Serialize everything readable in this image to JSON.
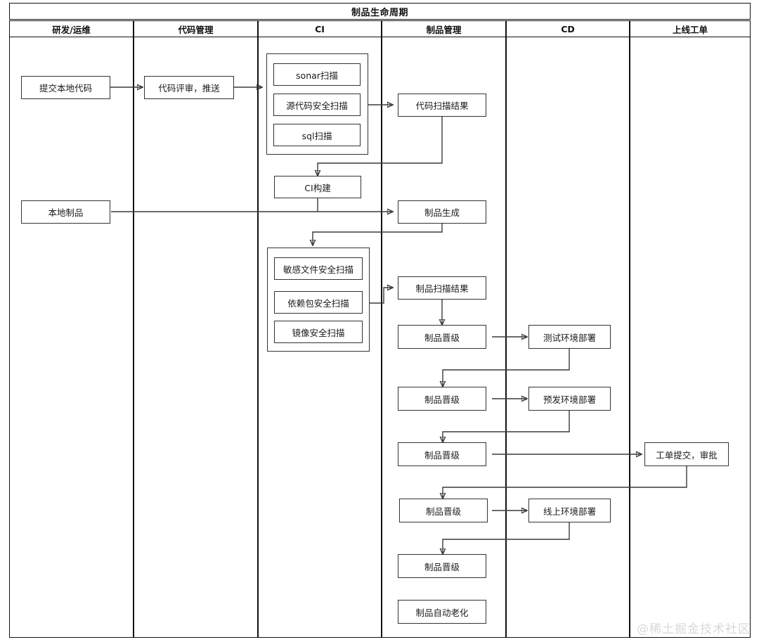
{
  "diagram": {
    "title": "制品生命周期",
    "type": "swimlane-flowchart",
    "watermark": "@稀土掘金技术社区",
    "lanes": [
      {
        "id": "dev",
        "label": "研发/运维"
      },
      {
        "id": "scm",
        "label": "代码管理"
      },
      {
        "id": "ci",
        "label": "CI"
      },
      {
        "id": "artifact",
        "label": "制品管理"
      },
      {
        "id": "cd",
        "label": "CD"
      },
      {
        "id": "ticket",
        "label": "上线工单"
      }
    ],
    "groups": [
      {
        "id": "g-code-scan",
        "lane": "ci",
        "label": ""
      },
      {
        "id": "g-artifact-scan",
        "lane": "ci",
        "label": ""
      }
    ],
    "nodes": [
      {
        "id": "n-commit",
        "lane": "dev",
        "label": "提交本地代码"
      },
      {
        "id": "n-local-art",
        "lane": "dev",
        "label": "本地制品"
      },
      {
        "id": "n-review",
        "lane": "scm",
        "label": "代码评审，推送"
      },
      {
        "id": "n-sonar",
        "lane": "ci",
        "label": "sonar扫描"
      },
      {
        "id": "n-src-sec",
        "lane": "ci",
        "label": "源代码安全扫描"
      },
      {
        "id": "n-sql",
        "lane": "ci",
        "label": "sql扫描"
      },
      {
        "id": "n-ci-build",
        "lane": "ci",
        "label": "CI构建"
      },
      {
        "id": "n-sensitive",
        "lane": "ci",
        "label": "敏感文件安全扫描"
      },
      {
        "id": "n-dep-sec",
        "lane": "ci",
        "label": "依赖包安全扫描"
      },
      {
        "id": "n-image-sec",
        "lane": "ci",
        "label": "镜像安全扫描"
      },
      {
        "id": "n-code-result",
        "lane": "artifact",
        "label": "代码扫描结果"
      },
      {
        "id": "n-art-gen",
        "lane": "artifact",
        "label": "制品生成"
      },
      {
        "id": "n-art-result",
        "lane": "artifact",
        "label": "制品扫描结果"
      },
      {
        "id": "n-promote-1",
        "lane": "artifact",
        "label": "制品晋级"
      },
      {
        "id": "n-promote-2",
        "lane": "artifact",
        "label": "制品晋级"
      },
      {
        "id": "n-promote-3",
        "lane": "artifact",
        "label": "制品晋级"
      },
      {
        "id": "n-promote-4",
        "lane": "artifact",
        "label": "制品晋级"
      },
      {
        "id": "n-promote-5",
        "lane": "artifact",
        "label": "制品晋级"
      },
      {
        "id": "n-art-aging",
        "lane": "artifact",
        "label": "制品自动老化"
      },
      {
        "id": "n-deploy-test",
        "lane": "cd",
        "label": "测试环境部署"
      },
      {
        "id": "n-deploy-pre",
        "lane": "cd",
        "label": "预发环境部署"
      },
      {
        "id": "n-deploy-prod",
        "lane": "cd",
        "label": "线上环境部署"
      },
      {
        "id": "n-ticket",
        "lane": "ticket",
        "label": "工单提交，审批"
      }
    ],
    "edges": [
      {
        "from": "n-commit",
        "to": "n-review"
      },
      {
        "from": "n-review",
        "to": "g-code-scan"
      },
      {
        "from": "g-code-scan",
        "to": "n-code-result"
      },
      {
        "from": "n-code-result",
        "to": "n-ci-build"
      },
      {
        "from": "n-local-art",
        "to": "n-art-gen"
      },
      {
        "from": "n-ci-build",
        "to": "n-art-gen"
      },
      {
        "from": "n-art-gen",
        "to": "g-artifact-scan"
      },
      {
        "from": "g-artifact-scan",
        "to": "n-art-result"
      },
      {
        "from": "n-art-result",
        "to": "n-promote-1"
      },
      {
        "from": "n-promote-1",
        "to": "n-deploy-test"
      },
      {
        "from": "n-deploy-test",
        "to": "n-promote-2"
      },
      {
        "from": "n-promote-2",
        "to": "n-deploy-pre"
      },
      {
        "from": "n-deploy-pre",
        "to": "n-promote-3"
      },
      {
        "from": "n-promote-3",
        "to": "n-ticket"
      },
      {
        "from": "n-ticket",
        "to": "n-promote-4"
      },
      {
        "from": "n-promote-4",
        "to": "n-deploy-prod"
      },
      {
        "from": "n-deploy-prod",
        "to": "n-promote-5"
      }
    ],
    "colors": {
      "border": "#333333",
      "connector": "#3a3a3a",
      "background": "#ffffff",
      "watermark": "#d9d9d9"
    }
  }
}
